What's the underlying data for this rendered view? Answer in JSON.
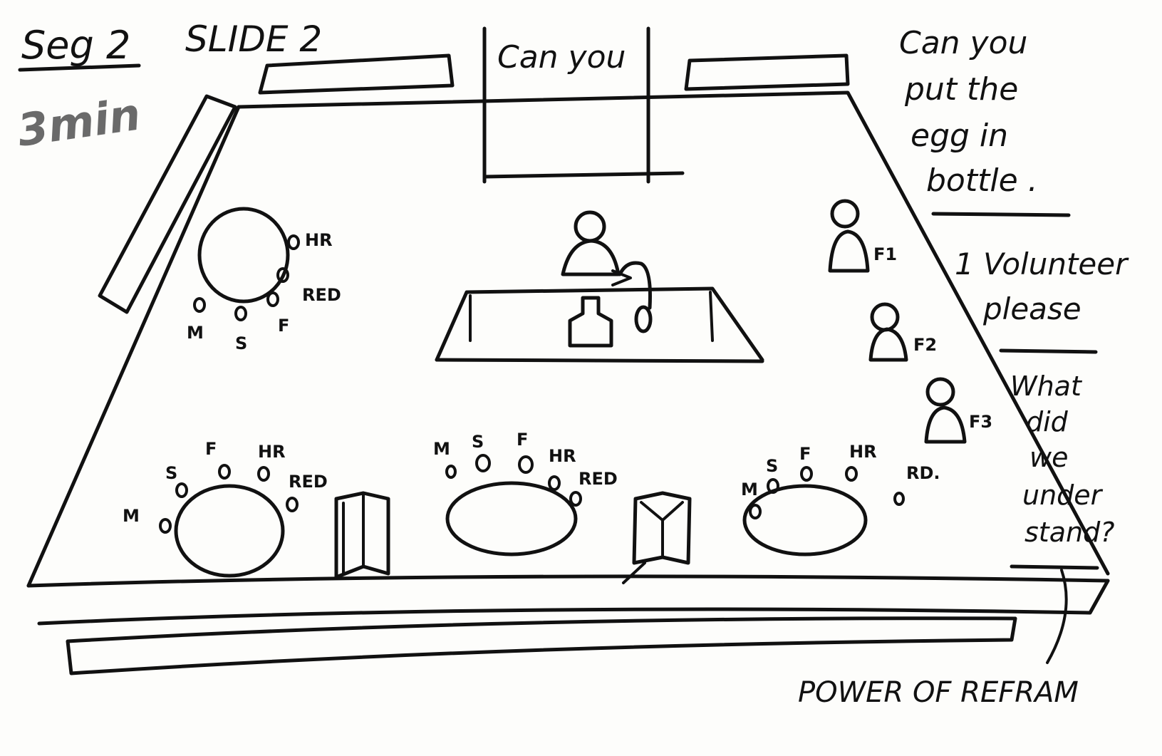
{
  "header": {
    "segment": "Seg 2",
    "slide": "SLIDE 2",
    "duration": "3min"
  },
  "screen_text": "Can you",
  "notes": {
    "prompt_lines": [
      "Can you",
      "put the",
      "egg in",
      "bottle ."
    ],
    "volunteer_lines": [
      "1 Volunteer",
      "please"
    ],
    "question_lines": [
      "What",
      "did",
      "we",
      "under",
      "stand?"
    ],
    "footer": "POWER OF REFRAM"
  },
  "left_table": {
    "seat_labels": [
      "HR",
      "RED",
      "F",
      "S",
      "M"
    ]
  },
  "facilitators": [
    "F1",
    "F2",
    "F3"
  ],
  "front_tables": [
    {
      "labels": [
        "M",
        "S",
        "F",
        "HR",
        "RED"
      ]
    },
    {
      "labels": [
        "M",
        "S",
        "F",
        "HR",
        "RED"
      ]
    },
    {
      "labels": [
        "M",
        "S",
        "F",
        "HR",
        "RD."
      ]
    }
  ],
  "colors": {
    "ink": "#111111",
    "pencil": "#6a6a6a",
    "paper": "#fdfdfb"
  }
}
